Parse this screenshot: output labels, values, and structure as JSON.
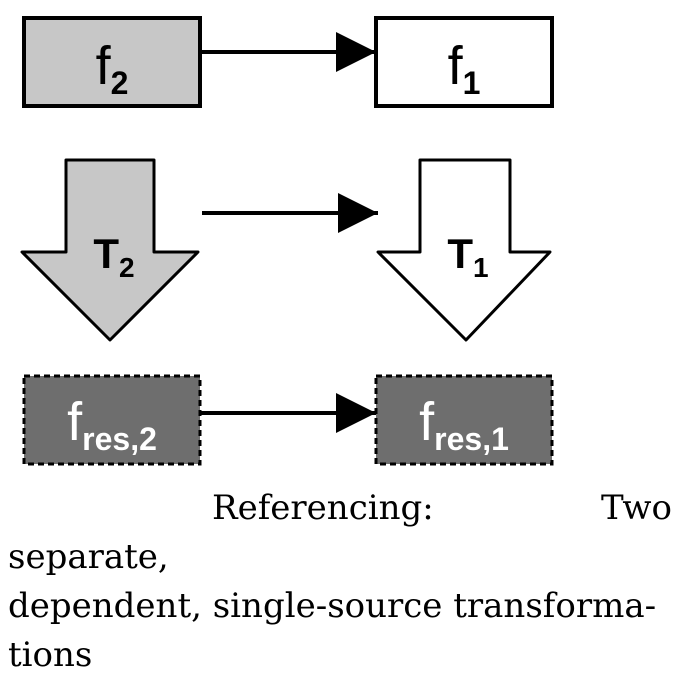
{
  "diagram": {
    "row1": {
      "left_box": {
        "base": "f",
        "sub": "2"
      },
      "right_box": {
        "base": "f",
        "sub": "1"
      }
    },
    "row2": {
      "left_arrow": {
        "base": "T",
        "sub": "2"
      },
      "right_arrow": {
        "base": "T",
        "sub": "1"
      }
    },
    "row3": {
      "left_box": {
        "base": "f",
        "sub": "res,2"
      },
      "right_box": {
        "base": "f",
        "sub": "res,1"
      }
    }
  },
  "caption": {
    "text": "Referencing: Two separate, dependent, single-source transformations",
    "line1": "Referencing: Two separate,",
    "line2": "dependent, single-source transforma-",
    "line3": "tions"
  },
  "colors": {
    "light_gray": "#c7c7c7",
    "dark_gray": "#6e6e6e",
    "white": "#ffffff",
    "black": "#000000"
  }
}
